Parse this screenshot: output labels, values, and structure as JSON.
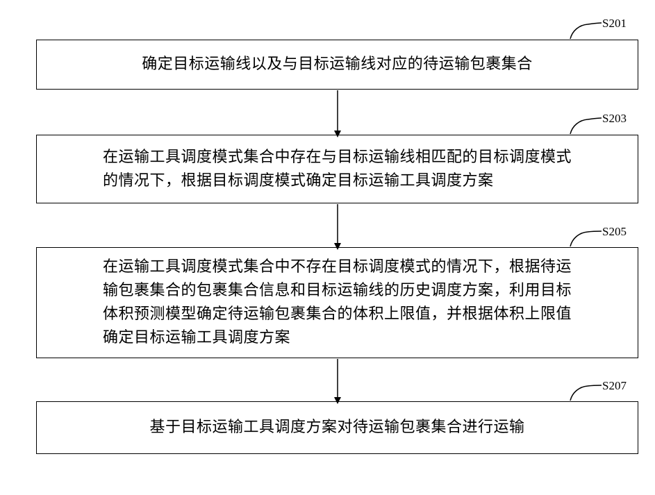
{
  "steps": [
    {
      "id": "S201",
      "text": "确定目标运输线以及与目标运输线对应的待运输包裹集合"
    },
    {
      "id": "S203",
      "text": "在运输工具调度模式集合中存在与目标运输线相匹配的目标调度模式\n的情况下，根据目标调度模式确定目标运输工具调度方案"
    },
    {
      "id": "S205",
      "text": "在运输工具调度模式集合中不存在目标调度模式的情况下，根据待运\n输包裹集合的包裹集合信息和目标运输线的历史调度方案，利用目标\n体积预测模型确定待运输包裹集合的体积上限值，并根据体积上限值\n确定目标运输工具调度方案"
    },
    {
      "id": "S207",
      "text": "基于目标运输工具调度方案对待运输包裹集合进行运输"
    }
  ]
}
